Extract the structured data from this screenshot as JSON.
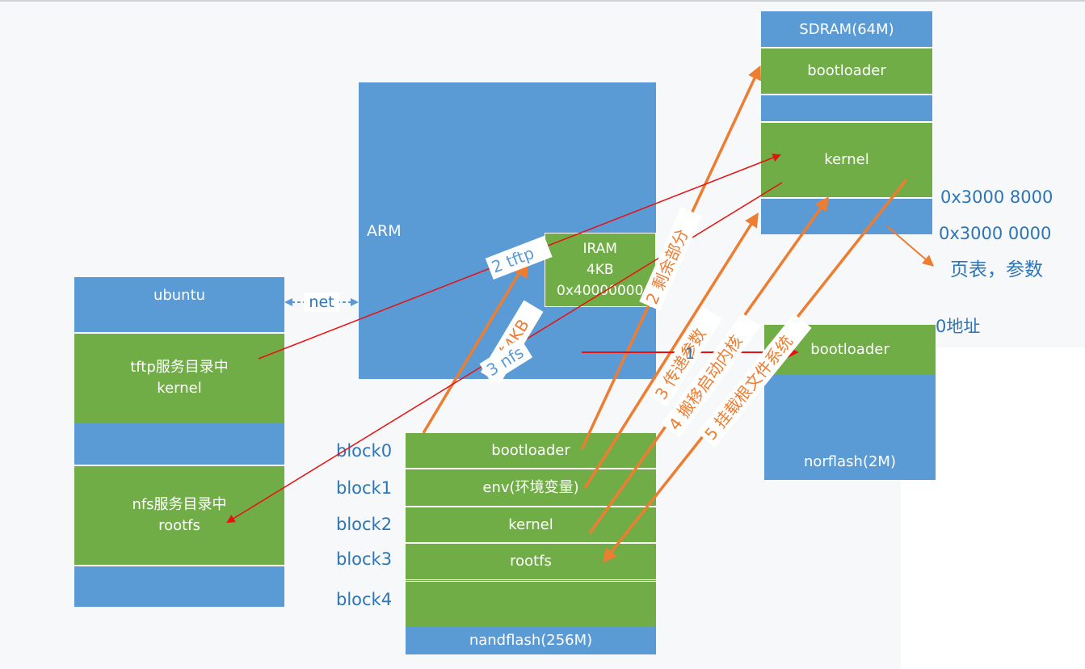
{
  "ubuntu": {
    "title": "ubuntu",
    "tftp_dir": "tftp服务目录中\nkernel",
    "nfs_dir": "nfs服务目录中\nrootfs"
  },
  "net_label": "net",
  "arm": {
    "title": "ARM",
    "iram": "IRAM\n4KB\n0x40000000"
  },
  "sdram": {
    "title": "SDRAM(64M)",
    "bootloader": "bootloader",
    "kernel": "kernel"
  },
  "addresses": {
    "kernel_addr": "0x3000 8000",
    "base_addr": "0x3000 0000",
    "page_table_note": "页表，参数",
    "zero_addr": "0地址"
  },
  "norflash": {
    "bootloader": "bootloader",
    "title": "norflash(2M)"
  },
  "nandflash": {
    "blocks": [
      "block0",
      "block1",
      "block2",
      "block3",
      "block4"
    ],
    "bootloader": "bootloader",
    "env": "env(环境变量)",
    "kernel": "kernel",
    "rootfs": "rootfs",
    "title": "nandflash(256M)"
  },
  "steps": {
    "s1_first4kb": "1 前4KB",
    "s2_tftp": "2  tftp",
    "s3_nfs": "3 nfs",
    "s2_remaining": "2 剩余部分",
    "s3_pass_params": "3 传递参数",
    "s4_move_start_kernel": "4 搬移启动内核",
    "s5_mount_rootfs": "5 挂载根文件系统",
    "s1_nor": "1"
  },
  "colors": {
    "block_blue": "#5b9bd5",
    "block_green": "#70ad47",
    "arrow_orange": "#ed7d31",
    "arrow_red": "#e81010",
    "label_blue": "#2e75b6"
  }
}
